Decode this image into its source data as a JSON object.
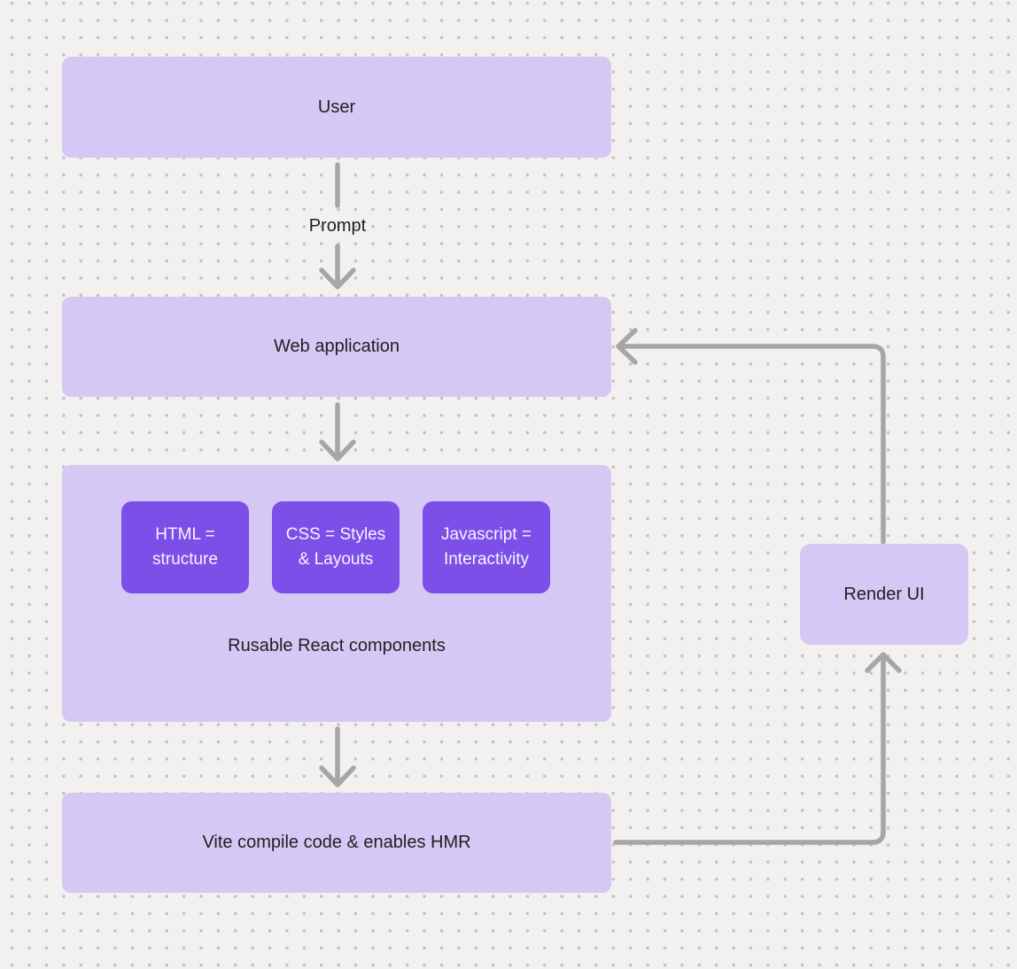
{
  "diagram": {
    "nodes": {
      "user": {
        "label": "User"
      },
      "web_application": {
        "label": "Web application"
      },
      "components_group": {
        "caption": "Rusable React components",
        "chips": [
          {
            "label": "HTML = structure"
          },
          {
            "label": "CSS = Styles & Layouts"
          },
          {
            "label": "Javascript = Interactivity"
          }
        ]
      },
      "vite": {
        "label": "Vite compile code & enables HMR"
      },
      "render_ui": {
        "label": "Render UI"
      }
    },
    "edges": {
      "user_to_web_label": "Prompt"
    },
    "colors": {
      "background": "#f2f1ef",
      "grid_dot": "#c4c2c0",
      "node_light_purple": "#d6c8f5",
      "node_dark_purple": "#7c4fe9",
      "arrow_gray": "#a8a6a4",
      "text_dark": "#1f1f1f",
      "text_light": "#f7f4ff"
    }
  }
}
